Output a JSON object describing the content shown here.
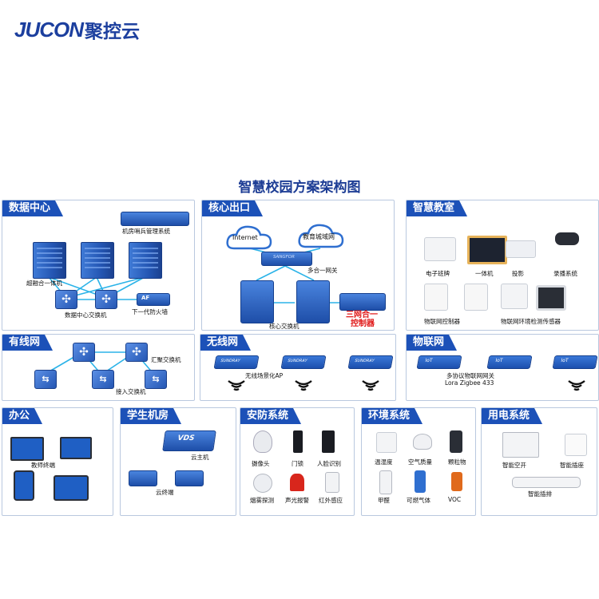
{
  "brand": {
    "word": "JUCON",
    "cn": "聚控云"
  },
  "title": "智慧校园方案架构图",
  "data_center": {
    "tab": "数据中心",
    "labels": {
      "sentry": "机房哨兵管理系统",
      "hci": "超融合一体机",
      "dc_switch": "数据中心交换机",
      "af": "AF",
      "firewall": "下一代防火墙"
    }
  },
  "core": {
    "tab": "核心出口",
    "labels": {
      "internet": "Internet",
      "edu_net": "教育城域网",
      "gateway_brand": "SANGFOR",
      "gateway": "多合一网关",
      "core_switch": "核心交换机",
      "three_in_one_1": "三网合一",
      "three_in_one_2": "控制器"
    }
  },
  "classroom": {
    "tab": "智慧教室",
    "labels": {
      "sign": "电子班牌",
      "aio": "一体机",
      "projector": "投影",
      "recorder": "录播系统",
      "iot_ctrl": "物联网控制器",
      "env_sensor": "物联网环境检测传感器"
    }
  },
  "wired": {
    "tab": "有线网",
    "labels": {
      "agg": "汇聚交换机",
      "access": "接入交换机"
    }
  },
  "wireless": {
    "tab": "无线网",
    "ap_brand": "SUNDRAY",
    "labels": {
      "ap": "无线场景化AP"
    }
  },
  "iot": {
    "tab": "物联网",
    "ap_brand": "IoT",
    "labels": {
      "gw": "多协议物联网网关",
      "protocols": "Lora  Zigbee 433"
    }
  },
  "office": {
    "tab": "办公",
    "labels": {
      "teacher": "教师终端"
    }
  },
  "lab": {
    "tab": "学生机房",
    "vds": "VDS",
    "labels": {
      "host": "云主机",
      "terminal": "云终端"
    }
  },
  "security": {
    "tab": "安防系统",
    "labels": {
      "camera": "摄像头",
      "lock": "门锁",
      "face": "人脸识别",
      "smoke": "烟雾探测",
      "alarm": "声光报警",
      "ir": "红外感应"
    }
  },
  "environment": {
    "tab": "环境系统",
    "labels": {
      "temp": "温湿度",
      "air": "空气质量",
      "pm": "颗粒物",
      "hcho": "甲醛",
      "gas": "可燃气体",
      "voc": "VOC"
    }
  },
  "power": {
    "tab": "用电系统",
    "labels": {
      "switch": "智能空开",
      "socket": "智能插座",
      "strip": "智能插排"
    }
  },
  "colors": {
    "primary": "#1c51b8",
    "link": "#2bb3e8",
    "alert": "#e01818",
    "brand": "#1c3f9e"
  }
}
